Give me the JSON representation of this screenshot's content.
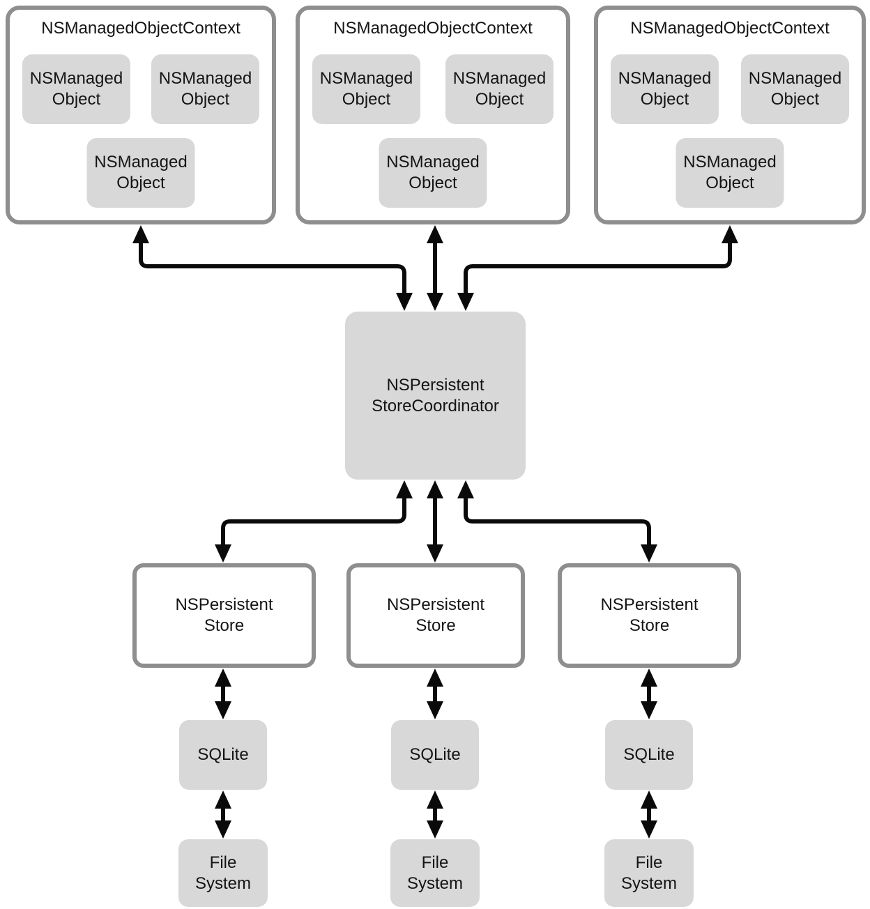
{
  "colors": {
    "background": "#ffffff",
    "box_fill_gray": "#d8d8d8",
    "box_border_gray": "#8e8e8e",
    "arrow_black": "#0a0a0a",
    "text": "#141414"
  },
  "contexts": [
    {
      "title": "NSManagedObjectContext",
      "objects": [
        "NSManaged\nObject",
        "NSManaged\nObject",
        "NSManaged\nObject"
      ]
    },
    {
      "title": "NSManagedObjectContext",
      "objects": [
        "NSManaged\nObject",
        "NSManaged\nObject",
        "NSManaged\nObject"
      ]
    },
    {
      "title": "NSManagedObjectContext",
      "objects": [
        "NSManaged\nObject",
        "NSManaged\nObject",
        "NSManaged\nObject"
      ]
    }
  ],
  "coordinator": {
    "label": "NSPersistent\nStoreCoordinator"
  },
  "stores": [
    {
      "label": "NSPersistent\nStore"
    },
    {
      "label": "NSPersistent\nStore"
    },
    {
      "label": "NSPersistent\nStore"
    }
  ],
  "sqlite": [
    {
      "label": "SQLite"
    },
    {
      "label": "SQLite"
    },
    {
      "label": "SQLite"
    }
  ],
  "file_system": [
    {
      "label": "File\nSystem"
    },
    {
      "label": "File\nSystem"
    },
    {
      "label": "File\nSystem"
    }
  ],
  "connections": [
    {
      "from": "NSManagedObjectContext (left)",
      "to": "NSPersistentStoreCoordinator",
      "bidirectional": true
    },
    {
      "from": "NSManagedObjectContext (middle)",
      "to": "NSPersistentStoreCoordinator",
      "bidirectional": true
    },
    {
      "from": "NSManagedObjectContext (right)",
      "to": "NSPersistentStoreCoordinator",
      "bidirectional": true
    },
    {
      "from": "NSPersistentStoreCoordinator",
      "to": "NSPersistentStore (left)",
      "bidirectional": true
    },
    {
      "from": "NSPersistentStoreCoordinator",
      "to": "NSPersistentStore (middle)",
      "bidirectional": true
    },
    {
      "from": "NSPersistentStoreCoordinator",
      "to": "NSPersistentStore (right)",
      "bidirectional": true
    },
    {
      "from": "NSPersistentStore (left)",
      "to": "SQLite (left)",
      "bidirectional": true
    },
    {
      "from": "NSPersistentStore (middle)",
      "to": "SQLite (middle)",
      "bidirectional": true
    },
    {
      "from": "NSPersistentStore (right)",
      "to": "SQLite (right)",
      "bidirectional": true
    },
    {
      "from": "SQLite (left)",
      "to": "File System (left)",
      "bidirectional": true
    },
    {
      "from": "SQLite (middle)",
      "to": "File System (middle)",
      "bidirectional": true
    },
    {
      "from": "SQLite (right)",
      "to": "File System (right)",
      "bidirectional": true
    }
  ]
}
